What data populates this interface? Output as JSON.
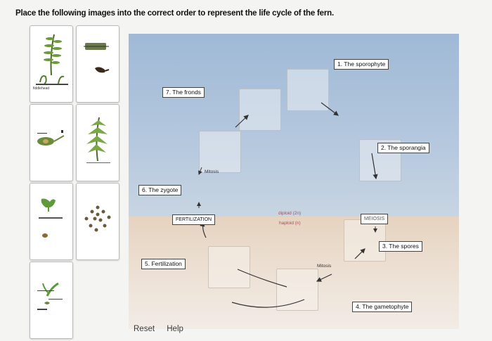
{
  "instructions": "Place the following images into the correct order to represent the life cycle of the fern.",
  "cards": [
    {
      "name": "card-fiddlehead",
      "caption": "fiddlehead"
    },
    {
      "name": "card-sporophyte-young"
    },
    {
      "name": "card-sorus"
    },
    {
      "name": "card-fern-frond"
    },
    {
      "name": "card-gametophyte"
    },
    {
      "name": "card-spores"
    },
    {
      "name": "card-sprout"
    }
  ],
  "labels": {
    "sporophyte": "1. The sporophyte",
    "sporangia": "2. The sporangia",
    "spores": "3. The spores",
    "gametophyte": "4. The gametophyte",
    "fertilization_card": "5. Fertilization",
    "zygote": "6. The zygote",
    "fronds": "7. The fronds",
    "fertilization_tag": "FERTILIZATION",
    "meiosis_tag": "MEIOSIS",
    "mitosis_top": "Mitosis",
    "mitosis_bottom": "Mitosis",
    "diploid": "diploid (2n)",
    "haploid": "haploid (n)"
  },
  "buttons": {
    "reset": "Reset",
    "help": "Help"
  },
  "colors": {
    "sky": "#a9c1da",
    "ground": "#e8d6c4",
    "frond": "#6b9a3a"
  }
}
